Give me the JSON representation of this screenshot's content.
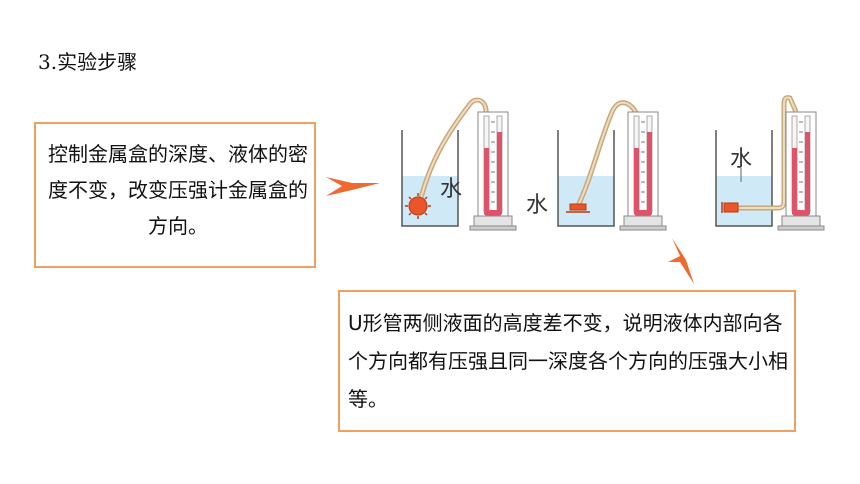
{
  "heading": "3.实验步骤",
  "box1": {
    "text": "控制金属盒的深度、液体的密度不变，改变压强计金属盒的方向。"
  },
  "box2": {
    "text": "U形管两侧液面的高度差不变，说明液体内部向各个方向都有压强且同一深度各个方向的压强大小相等。"
  },
  "labels": {
    "water": "水"
  },
  "colors": {
    "accent": "#f0a060",
    "arrow": "#f06a30",
    "water": "#cfe9f6",
    "liquid": "#e0526a"
  }
}
